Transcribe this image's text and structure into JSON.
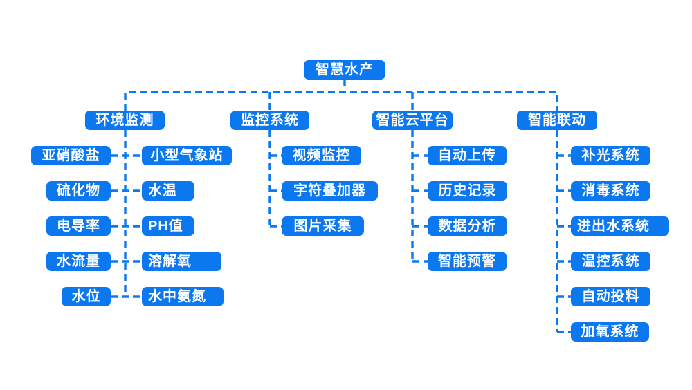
{
  "diagram": {
    "type": "mindmap-tree",
    "root": {
      "label": "智慧水产"
    },
    "branches": [
      {
        "label": "环境监测",
        "children_left": [
          "亚硝酸盐",
          "硫化物",
          "电导率",
          "水流量",
          "水位"
        ],
        "children_right": [
          "小型气象站",
          "水温",
          "PH值",
          "溶解氧",
          "水中氨氮"
        ]
      },
      {
        "label": "监控系统",
        "children": [
          "视频监控",
          "字符叠加器",
          "图片采集"
        ]
      },
      {
        "label": "智能云平台",
        "children": [
          "自动上传",
          "历史记录",
          "数据分析",
          "智能预警"
        ]
      },
      {
        "label": "智能联动",
        "children": [
          "补光系统",
          "消毒系统",
          "进出水系统",
          "温控系统",
          "自动投料",
          "加氧系统"
        ]
      }
    ],
    "colors": {
      "accent": "#0b78ef",
      "node_text": "#ffffff",
      "background": "#ffffff"
    }
  }
}
